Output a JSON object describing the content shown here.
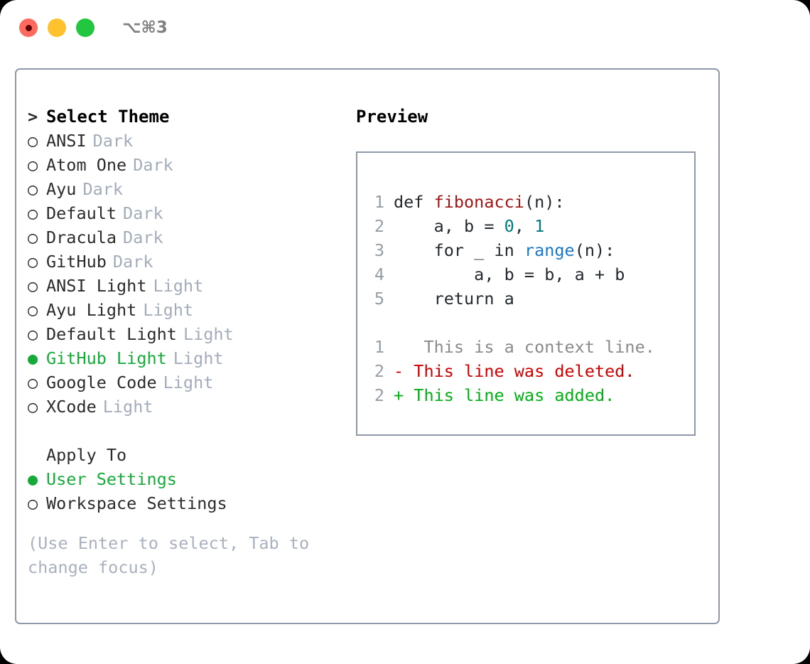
{
  "titlebar": {
    "shortcut": "⌥⌘3",
    "buttons": [
      "close",
      "minimize",
      "zoom"
    ]
  },
  "theme_panel": {
    "header_prefix": ">",
    "header": "Select Theme",
    "marker_selected": "●",
    "marker_unselected": "○",
    "selected_color": "#16ab39",
    "items": [
      {
        "marker": "○",
        "label": "ANSI",
        "tag": "Dark",
        "selected": false
      },
      {
        "marker": "○",
        "label": "Atom One",
        "tag": "Dark",
        "selected": false
      },
      {
        "marker": "○",
        "label": "Ayu",
        "tag": "Dark",
        "selected": false
      },
      {
        "marker": "○",
        "label": "Default",
        "tag": "Dark",
        "selected": false
      },
      {
        "marker": "○",
        "label": "Dracula",
        "tag": "Dark",
        "selected": false
      },
      {
        "marker": "○",
        "label": "GitHub",
        "tag": "Dark",
        "selected": false
      },
      {
        "marker": "○",
        "label": "ANSI Light",
        "tag": "Light",
        "selected": false
      },
      {
        "marker": "○",
        "label": "Ayu Light",
        "tag": "Light",
        "selected": false
      },
      {
        "marker": "○",
        "label": "Default Light",
        "tag": "Light",
        "selected": false
      },
      {
        "marker": "●",
        "label": "GitHub Light",
        "tag": "Light",
        "selected": true
      },
      {
        "marker": "○",
        "label": "Google Code",
        "tag": "Light",
        "selected": false
      },
      {
        "marker": "○",
        "label": "XCode",
        "tag": "Light",
        "selected": false
      }
    ]
  },
  "apply_panel": {
    "header": "Apply To",
    "items": [
      {
        "marker": "●",
        "label": "User Settings",
        "selected": true
      },
      {
        "marker": "○",
        "label": "Workspace Settings",
        "selected": false
      }
    ]
  },
  "hint": "(Use Enter to select, Tab to change focus)",
  "preview": {
    "title": "Preview",
    "code_lines": [
      {
        "num": "1",
        "tokens": [
          {
            "text": "def ",
            "type": "plain"
          },
          {
            "text": "fibonacci",
            "type": "fn"
          },
          {
            "text": "(n):",
            "type": "plain"
          }
        ]
      },
      {
        "num": "2",
        "tokens": [
          {
            "text": "    a, b = ",
            "type": "plain"
          },
          {
            "text": "0",
            "type": "num"
          },
          {
            "text": ", ",
            "type": "plain"
          },
          {
            "text": "1",
            "type": "num"
          }
        ]
      },
      {
        "num": "3",
        "tokens": [
          {
            "text": "    for _ in ",
            "type": "plain"
          },
          {
            "text": "range",
            "type": "call"
          },
          {
            "text": "(n):",
            "type": "plain"
          }
        ]
      },
      {
        "num": "4",
        "tokens": [
          {
            "text": "        a, b = b, a + b",
            "type": "plain"
          }
        ]
      },
      {
        "num": "5",
        "tokens": [
          {
            "text": "    return a",
            "type": "plain"
          }
        ]
      }
    ],
    "diff_lines": [
      {
        "num": "1",
        "sign": " ",
        "text": "  This is a context line.",
        "kind": "context"
      },
      {
        "num": "2",
        "sign": "-",
        "text": " This line was deleted.",
        "kind": "deleted"
      },
      {
        "num": "2",
        "sign": "+",
        "text": " This line was added.",
        "kind": "added"
      }
    ],
    "colors": {
      "function": "#a31515",
      "number": "#007b7b",
      "call": "#1878c8",
      "line_number": "#959da5",
      "diff_context": "#8a8a8a",
      "diff_deleted": "#d00000",
      "diff_added": "#00b013",
      "border": "#8d99aa"
    }
  }
}
